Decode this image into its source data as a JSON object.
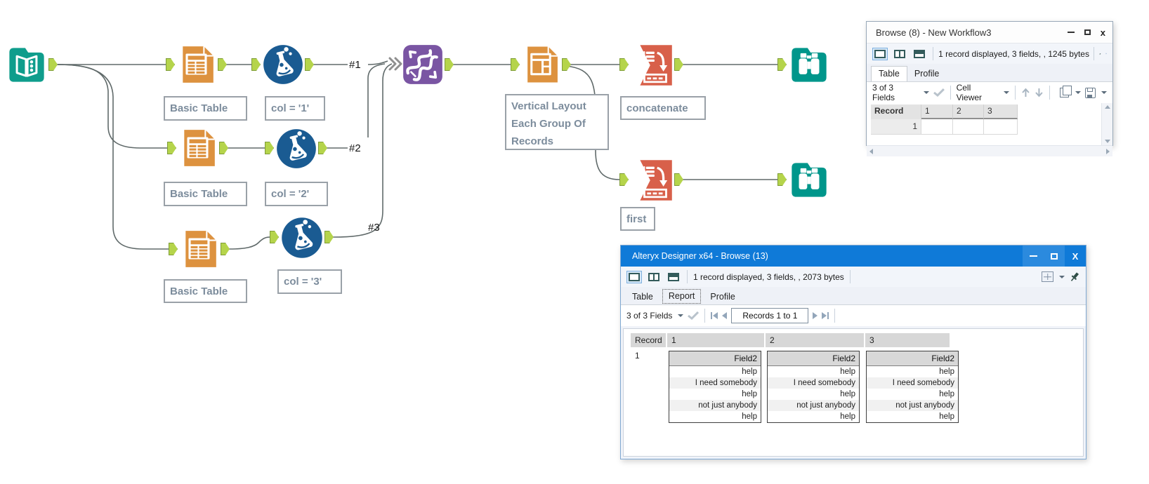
{
  "colors": {
    "text_input_teal": "#0f9d8c",
    "browse_teal": "#00968b",
    "table_orange": "#dd923f",
    "formula_blue": "#1a5b92",
    "union_purple": "#7a55a3",
    "summarize_red": "#d8604a",
    "anchor_green": "#b5d44b",
    "wire_gray": "#606a6a",
    "caption_text": "#7c8c9c",
    "titlebar_blue": "#0f7ad8"
  },
  "workflow": {
    "captions": {
      "basic_table": "Basic Table",
      "col1": "col = '1'",
      "col2": "col = '2'",
      "col3": "col = '3'",
      "vl_lines": [
        "Vertical Layout",
        "Each Group Of",
        "Records"
      ],
      "concatenate": "concatenate",
      "first": "first"
    },
    "wire_labels": {
      "l1": "#1",
      "l2": "#2",
      "l3": "#3"
    }
  },
  "browse8": {
    "title": "Browse (8) - New Workflow3",
    "controls": {
      "close": "x"
    },
    "status": "1 record displayed, 3 fields, , 1245 bytes",
    "tabs": [
      "Table",
      "Profile"
    ],
    "fields_dropdown": "3 of 3 Fields",
    "cell_viewer": "Cell Viewer",
    "grid": {
      "headers": [
        "Record",
        "1",
        "2",
        "3"
      ],
      "row_label": "1"
    }
  },
  "browse13": {
    "title": "Alteryx Designer x64 - Browse (13)",
    "controls": {
      "close": "X"
    },
    "status": "1 record displayed, 3 fields, , 2073 bytes",
    "tabs": [
      "Table",
      "Report",
      "Profile"
    ],
    "fields_dropdown": "3 of 3 Fields",
    "records_nav": "Records 1 to 1",
    "report": {
      "headers": [
        "Record",
        "1",
        "2",
        "3"
      ],
      "record_label": "1",
      "cards": [
        {
          "header": "Field2",
          "rows": [
            "help",
            "I need somebody",
            "help",
            "not just anybody",
            "help"
          ]
        },
        {
          "header": "Field2",
          "rows": [
            "help",
            "I need somebody",
            "help",
            "not just anybody",
            "help"
          ]
        },
        {
          "header": "Field2",
          "rows": [
            "help",
            "I need somebody",
            "help",
            "not just anybody",
            "help"
          ]
        }
      ]
    }
  }
}
